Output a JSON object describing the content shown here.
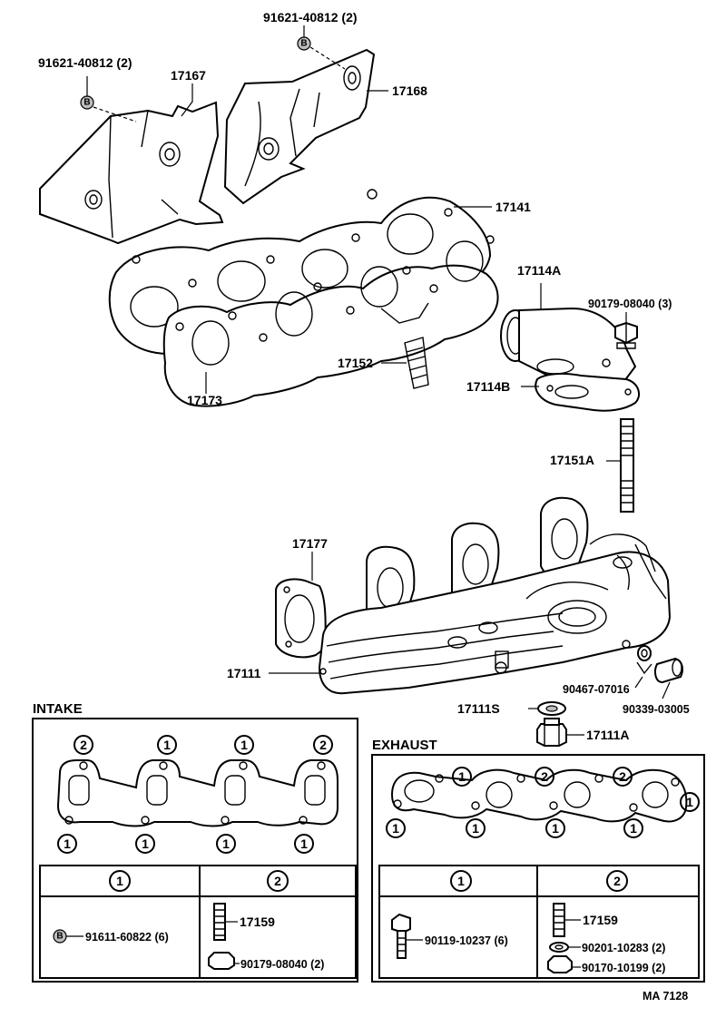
{
  "diagram_code": "MA 7128",
  "callouts": {
    "bolt_b_top": "91621-40812 (2)",
    "bolt_b_left": "91621-40812 (2)",
    "heat_insulator_lh": "17167",
    "heat_insulator_rh": "17168",
    "gasket_top": "17141",
    "outlet_pipe": "17114A",
    "outlet_gasket": "17114B",
    "nut_outlet": "90179-08040 (3)",
    "stud_small": "17152",
    "gasket_manifold": "17173",
    "stud_long": "17151A",
    "gasket_intake": "17177",
    "manifold": "17111",
    "clip": "90467-07016",
    "plug": "90339-03005",
    "washer": "17111S",
    "union": "17111A"
  },
  "marks": {
    "b": "B",
    "one": "1",
    "two": "2"
  },
  "intake": {
    "title": "INTAKE",
    "col1_header": "1",
    "col2_header": "2",
    "col1_part": "91611-60822 (6)",
    "col2_stud": "17159",
    "col2_nut": "90179-08040 (2)"
  },
  "exhaust": {
    "title": "EXHAUST",
    "col1_header": "1",
    "col2_header": "2",
    "col1_part": "90119-10237 (6)",
    "col2_stud": "17159",
    "col2_washer": "90201-10283 (2)",
    "col2_nut": "90170-10199 (2)"
  }
}
